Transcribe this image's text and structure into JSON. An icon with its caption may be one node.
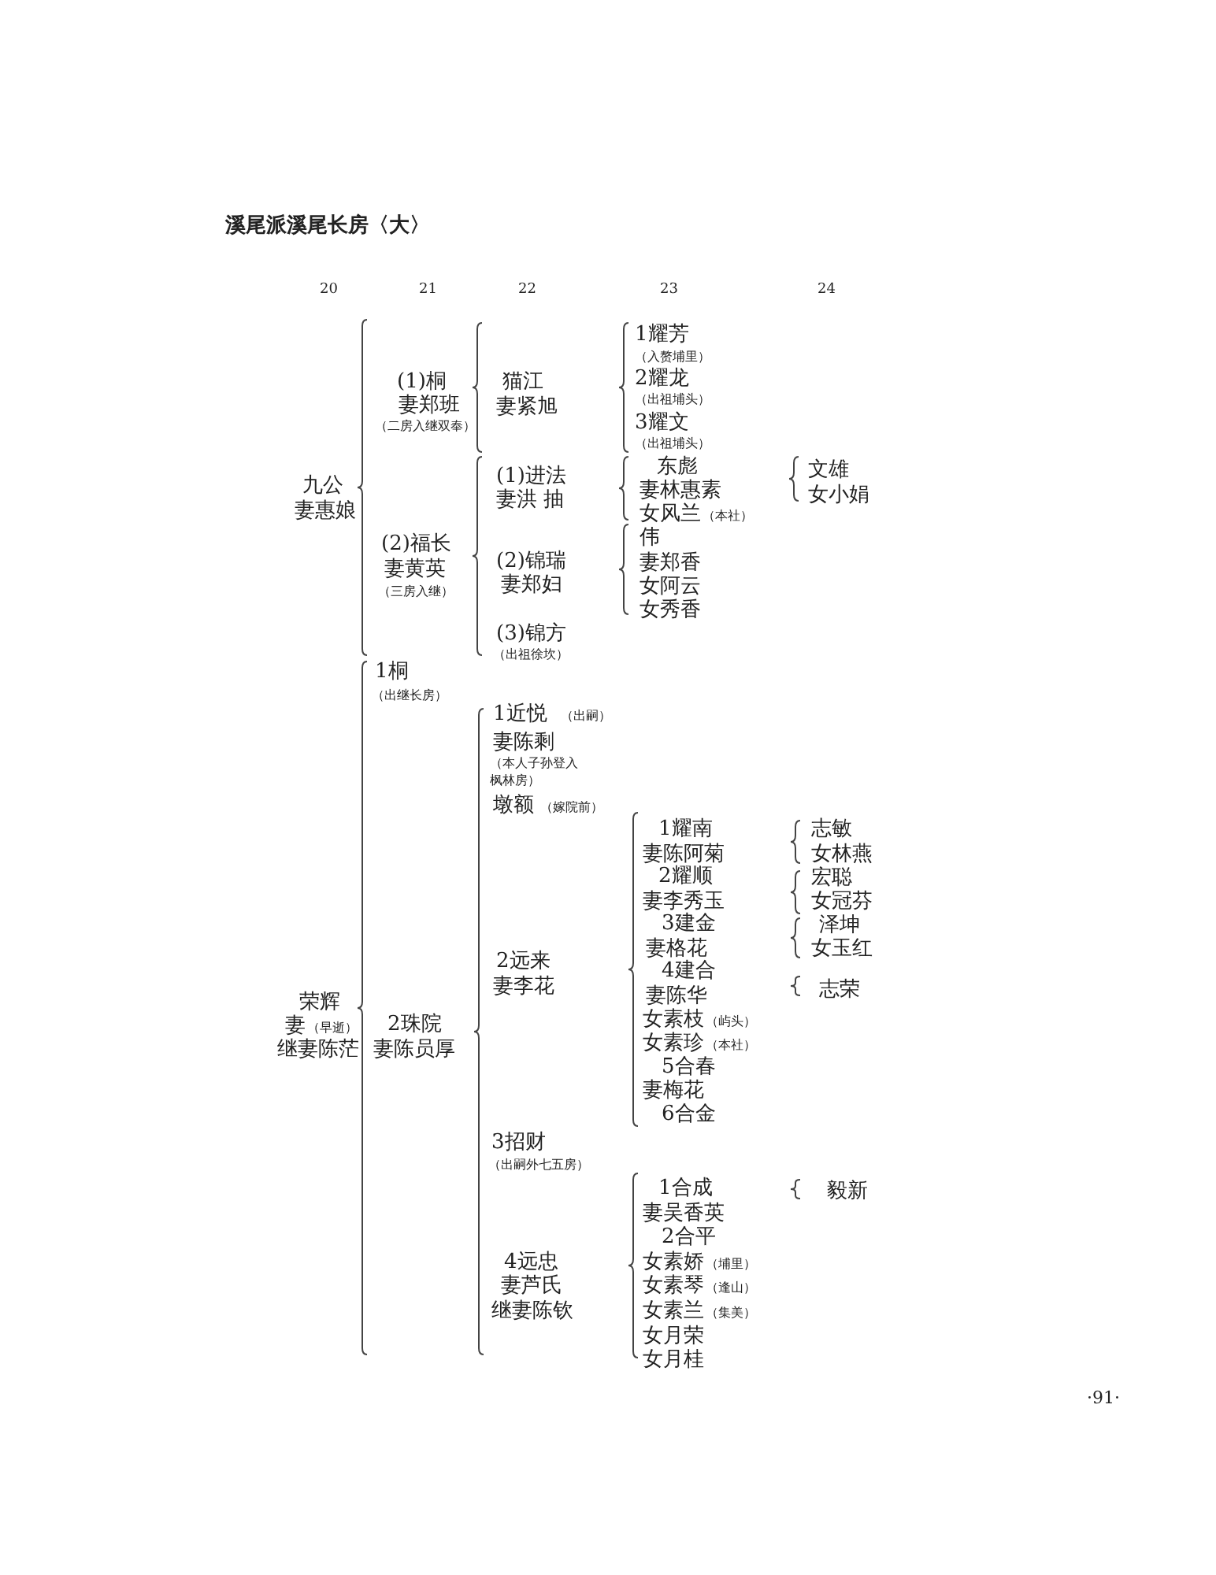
{
  "diagram": {
    "title": "溪尾派溪尾长房〈大〉",
    "labels": [
      "20",
      "21",
      "22",
      "23",
      "24",
      "九公",
      "妻惠娘",
      "(1)桐",
      "妻郑班",
      "（二房入继双奉）",
      "(2)福长",
      "妻黄英",
      "（三房入继）",
      "猫江",
      "妻紧旭",
      "(1)进法",
      "妻洪 抽",
      "(2)锦瑞",
      "妻郑妇",
      "(3)锦方",
      "（出祖徐坎）",
      "1耀芳",
      "（入赘埔里）",
      "2耀龙",
      "（出祖埔头）",
      "3耀文",
      "（出祖埔头）",
      "东彪",
      "妻林惠素",
      "女风兰",
      "（本社）",
      "伟",
      "妻郑香",
      "女阿云",
      "女秀香",
      "文雄",
      "女小娟",
      "1桐",
      "（出继长房）",
      "1近悦",
      "（出嗣）",
      "妻陈剩",
      "（本人子孙登入",
      "枫林房）",
      "墩额",
      "（嫁院前）",
      "1耀南",
      "妻陈阿菊",
      "2耀顺",
      "妻李秀玉",
      "3建金",
      "妻格花",
      "4建合",
      "妻陈华",
      "女素枝",
      "（屿头）",
      "女素珍",
      "（本社）",
      "5合春",
      "妻梅花",
      "6合金",
      "志敏",
      "女林燕",
      "宏聪",
      "女冠芬",
      "泽坤",
      "女玉红",
      "志荣",
      "2远来",
      "妻李花",
      "荣辉",
      "妻",
      "（早逝）",
      "继妻陈茫",
      "2珠院",
      "妻陈员厚",
      "3招财",
      "（出嗣外七五房）",
      "1合成",
      "妻吴香英",
      "2合平",
      "女素娇",
      "（埔里）",
      "女素琴",
      "（逢山）",
      "女素兰",
      "（集美）",
      "女月荣",
      "女月桂",
      "4远忠",
      "妻芦氏",
      "继妻陈钦",
      "毅新",
      "·91·"
    ]
  }
}
